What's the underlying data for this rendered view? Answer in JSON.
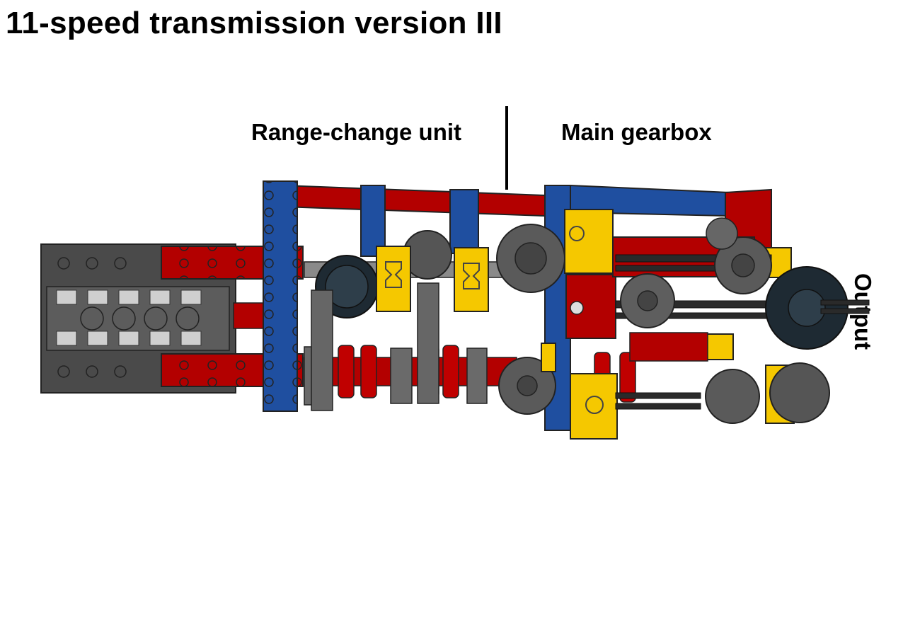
{
  "title": "11-speed transmission version III",
  "labels": {
    "range_change": "Range-change unit",
    "main_gearbox": "Main gearbox",
    "output": "Output"
  },
  "colors": {
    "red": "#b30000",
    "blue": "#1f4fa0",
    "yellow": "#f5c800",
    "dark_gray": "#4a4a4a",
    "light_gray": "#9a9a9a",
    "black_gear": "#1e2a33"
  }
}
